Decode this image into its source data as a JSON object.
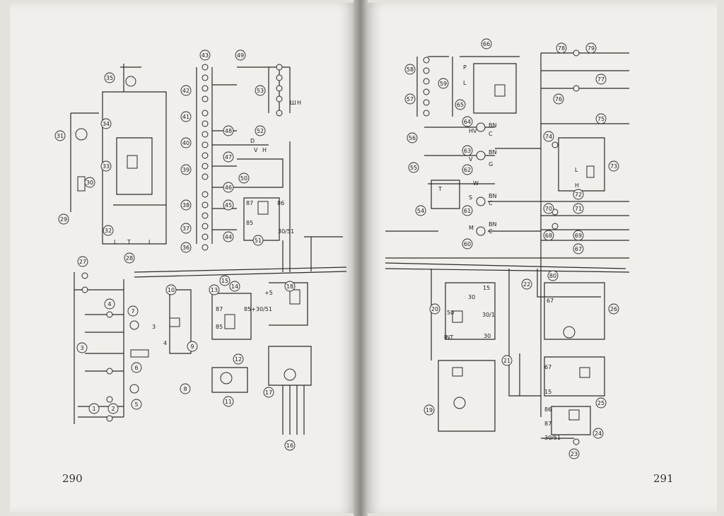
{
  "pages": {
    "left": {
      "number": "290"
    },
    "right": {
      "number": "291"
    }
  },
  "left_diagram": {
    "callouts": [
      "1",
      "2",
      "3",
      "4",
      "5",
      "6",
      "7",
      "8",
      "9",
      "10",
      "11",
      "12",
      "13",
      "14",
      "15",
      "16",
      "17",
      "18",
      "27",
      "28",
      "29",
      "30",
      "31",
      "32",
      "33",
      "34",
      "35",
      "36",
      "37",
      "38",
      "39",
      "40",
      "41",
      "42",
      "43",
      "44",
      "45",
      "46",
      "47",
      "48",
      "49",
      "50",
      "51",
      "52",
      "53"
    ],
    "terminal_labels": [
      "87",
      "85",
      "85+30/51",
      "87",
      "85",
      "86",
      "30/51",
      "D",
      "V",
      "H",
      "L",
      "T",
      "I",
      "3",
      "4",
      "+5",
      "Ш",
      "Н"
    ]
  },
  "right_diagram": {
    "callouts": [
      "19",
      "20",
      "21",
      "22",
      "23",
      "24",
      "25",
      "26",
      "54",
      "55",
      "56",
      "57",
      "58",
      "59",
      "60",
      "61",
      "62",
      "63",
      "64",
      "65",
      "66",
      "67",
      "68",
      "69",
      "70",
      "71",
      "72",
      "73",
      "74",
      "75",
      "76",
      "77",
      "78",
      "79",
      "80"
    ],
    "terminal_labels": [
      "HV",
      "C",
      "BN",
      "V",
      "G",
      "BN",
      "W",
      "S",
      "C",
      "BN",
      "M",
      "C",
      "BN",
      "T",
      "15",
      "30",
      "50",
      "30/1",
      "INT",
      "30",
      "67",
      "67",
      "15",
      "86",
      "87",
      "30/51",
      "L",
      "H",
      "P",
      "L"
    ]
  }
}
